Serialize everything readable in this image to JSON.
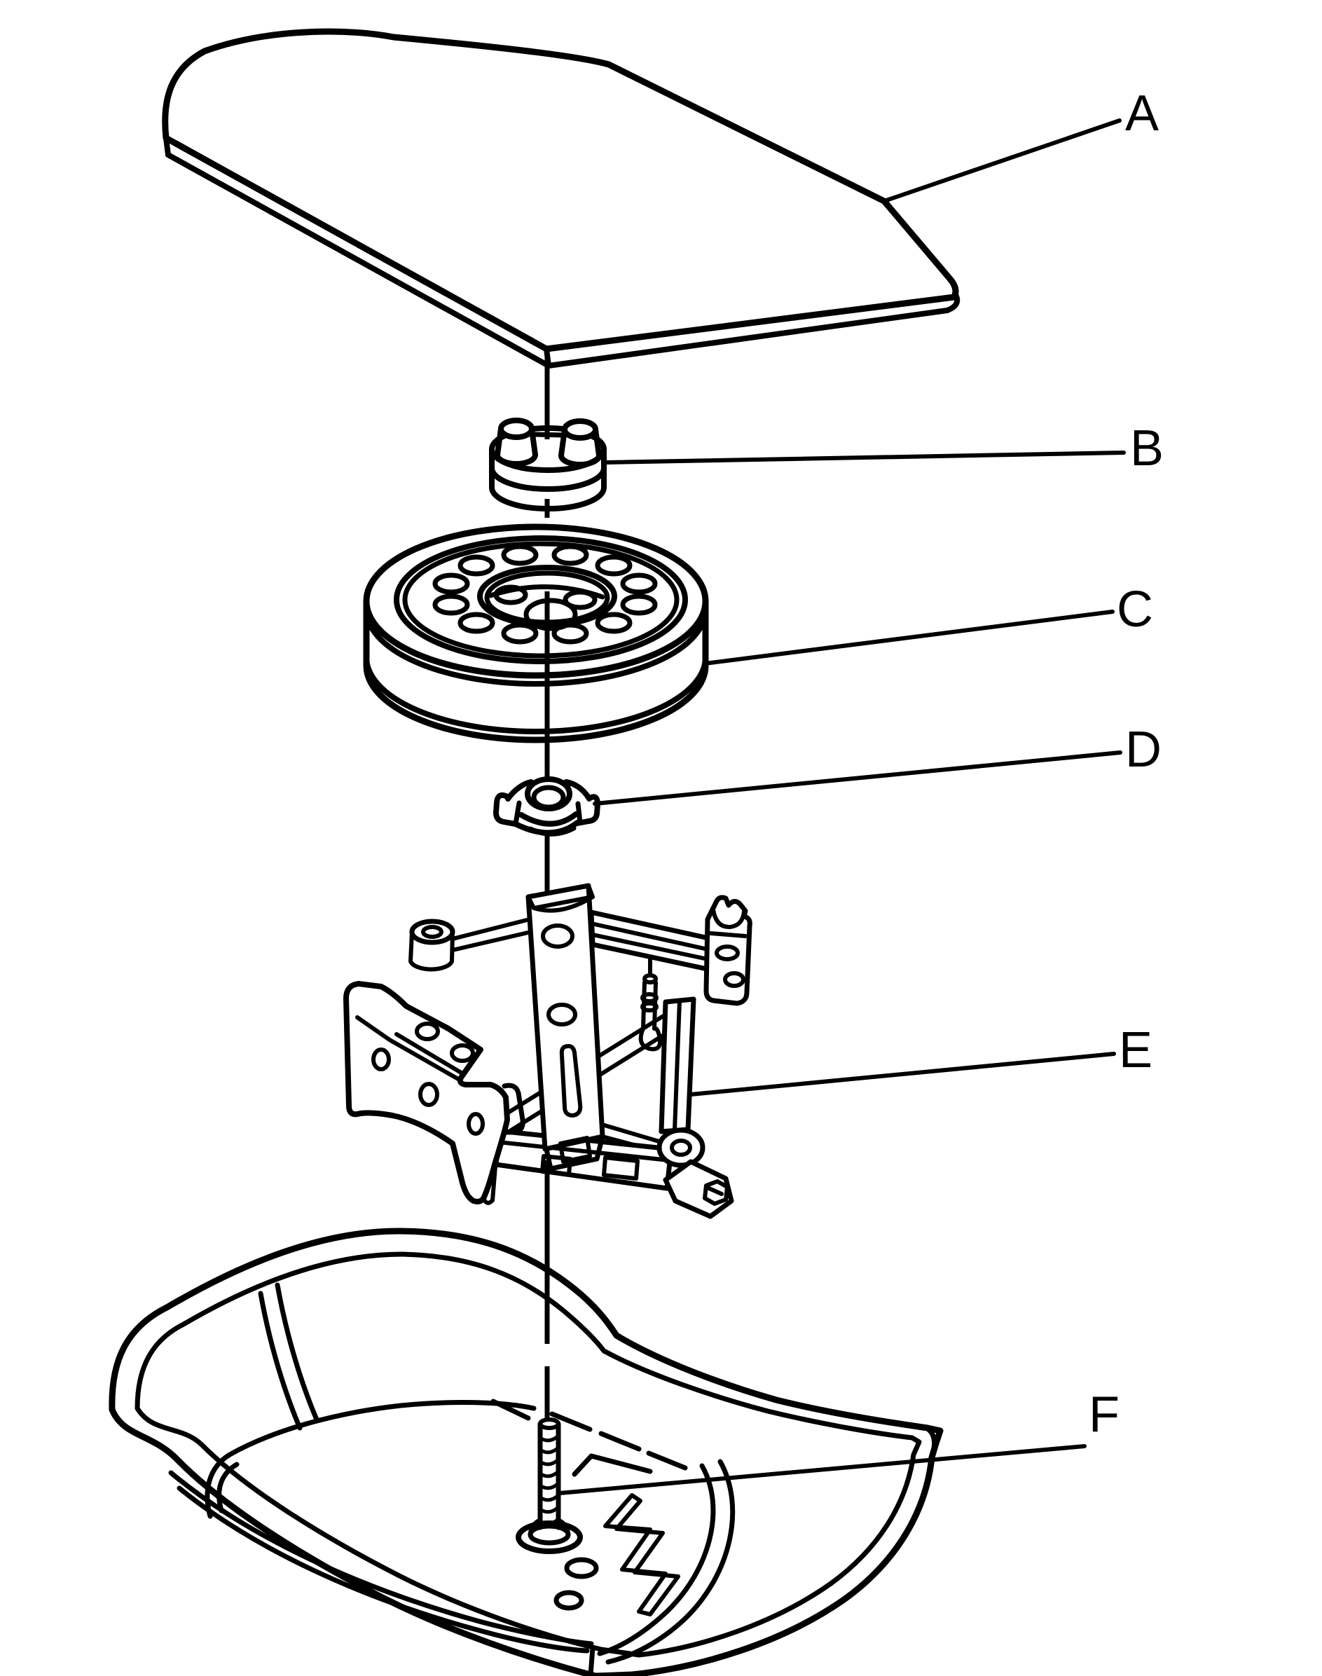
{
  "figure": {
    "kind": "exploded-parts-line-diagram",
    "background_color": "#ffffff",
    "line_color": "#000000",
    "callouts": [
      {
        "label": "A",
        "part": "cover-panel"
      },
      {
        "label": "B",
        "part": "retainer"
      },
      {
        "label": "C",
        "part": "compact-spare-wheel"
      },
      {
        "label": "D",
        "part": "wing-nut"
      },
      {
        "label": "E",
        "part": "jack-assembly"
      },
      {
        "label": "F",
        "part": "anchor-bolt"
      }
    ]
  }
}
